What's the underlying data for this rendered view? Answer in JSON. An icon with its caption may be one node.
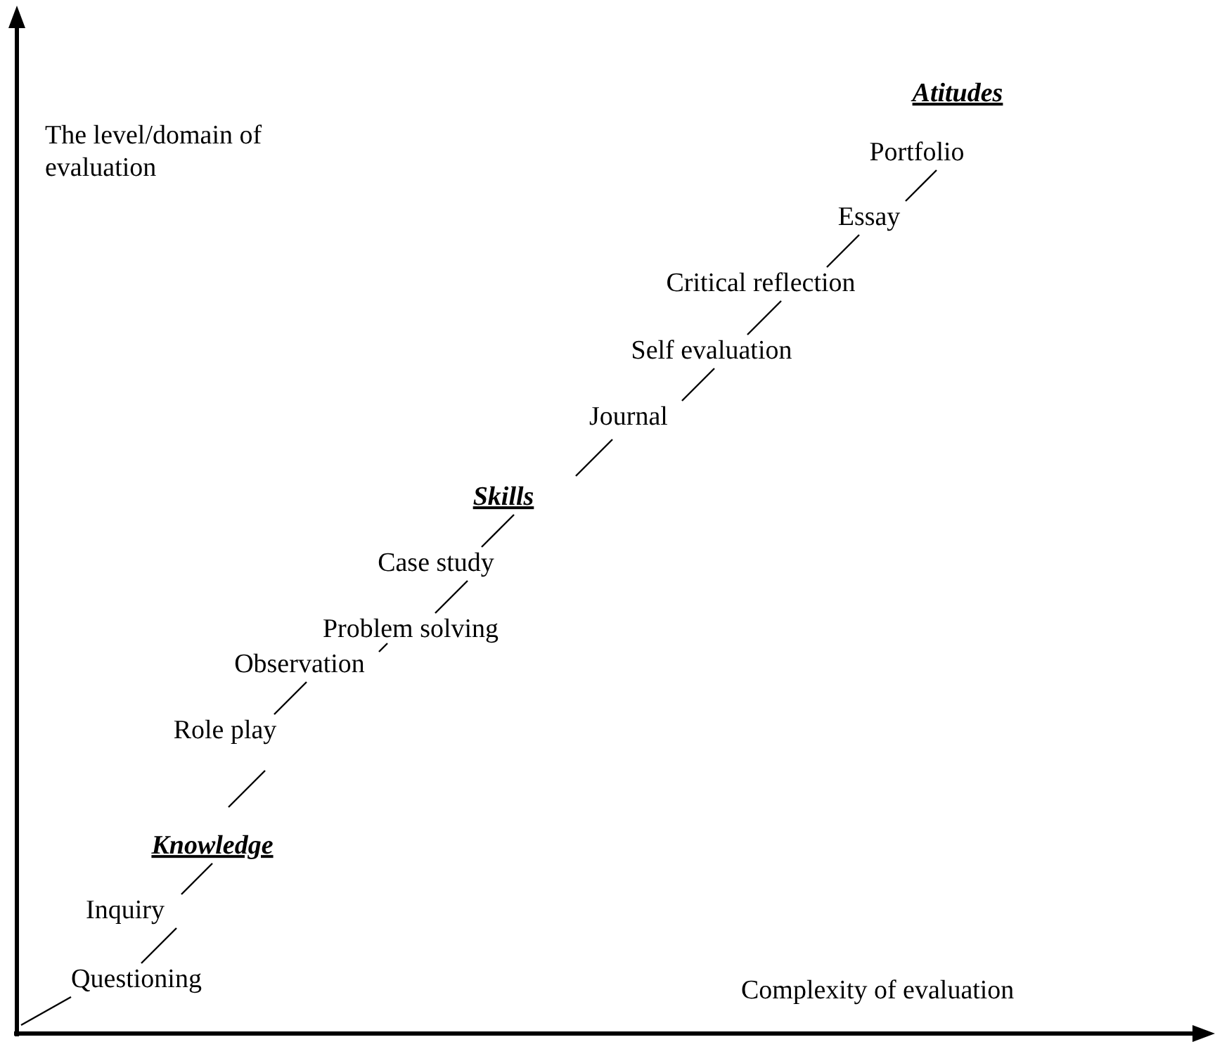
{
  "diagram": {
    "nodes": [
      {
        "text": [
          "Atitudes"
        ]
      },
      {
        "text": [
          "Portfolio"
        ]
      },
      {
        "text": [
          "Essay"
        ]
      },
      {
        "text": [
          "Critical reflection"
        ]
      },
      {
        "text": [
          "Self evaluation"
        ]
      },
      {
        "text": [
          "Journal"
        ]
      },
      {
        "text": [
          "Skills"
        ]
      },
      {
        "text": [
          "Case study"
        ]
      },
      {
        "text": [
          "Problem solving"
        ]
      },
      {
        "text": [
          "Observation"
        ]
      },
      {
        "text": [
          "Role play"
        ]
      },
      {
        "text": [
          "Knowledge"
        ]
      },
      {
        "text": [
          "Inquiry"
        ]
      },
      {
        "text": [
          "Questioning"
        ]
      },
      {
        "text": [],
        "shape": "axis"
      }
    ],
    "edges": [
      {
        "from": 14,
        "to": 13,
        "arrow": "none"
      },
      {
        "from": 13,
        "to": 12,
        "arrow": "none"
      },
      {
        "from": 12,
        "to": 11,
        "arrow": "none"
      },
      {
        "from": 11,
        "to": 10,
        "arrow": "none"
      },
      {
        "from": 10,
        "to": 9,
        "arrow": "none"
      },
      {
        "from": 9,
        "to": 8,
        "arrow": "none"
      },
      {
        "from": 8,
        "to": 7,
        "arrow": "none"
      },
      {
        "from": 7,
        "to": 6,
        "arrow": "none"
      },
      {
        "from": 6,
        "to": 5,
        "arrow": "none"
      },
      {
        "from": 5,
        "to": 4,
        "arrow": "none"
      },
      {
        "from": 4,
        "to": 3,
        "arrow": "none"
      },
      {
        "from": 3,
        "to": 2,
        "arrow": "none"
      },
      {
        "from": 2,
        "to": 1,
        "arrow": "none"
      }
    ],
    "labels": [
      "The level/domain of evaluation",
      "Complexity of evaluation"
    ]
  }
}
